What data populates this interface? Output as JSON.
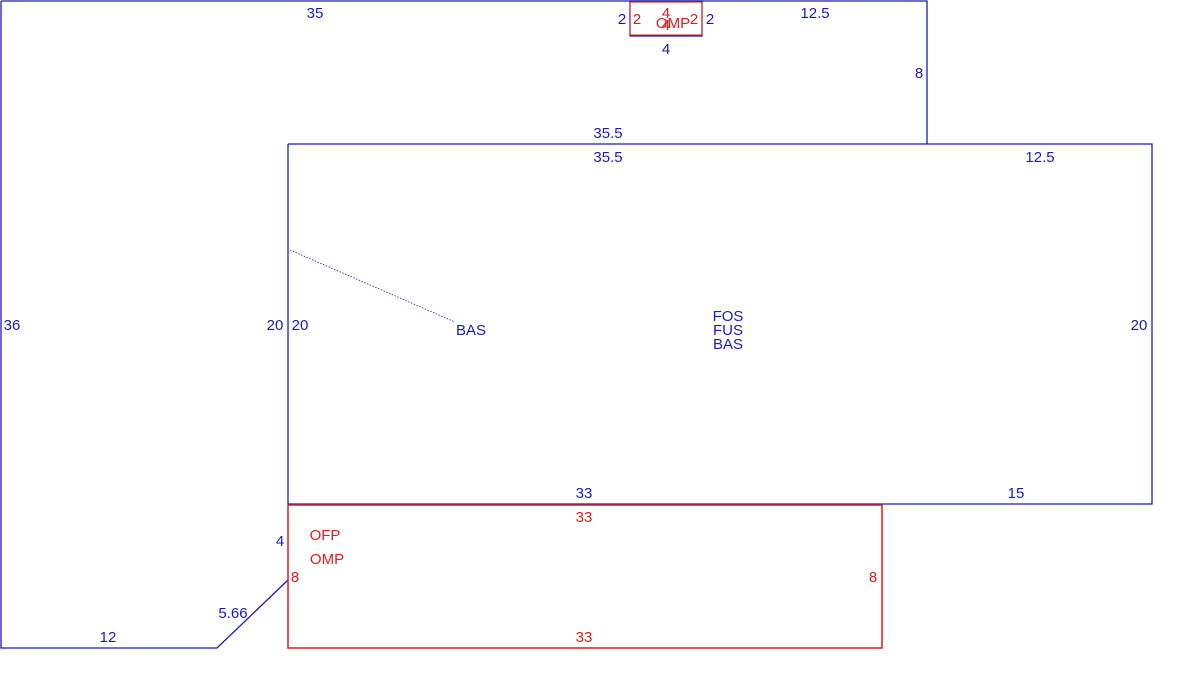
{
  "colors": {
    "primary": "#1a1ab8",
    "secondary": "#d81e1e"
  },
  "dimensions": {
    "outer_top": "35",
    "outer_top_right": "12.5",
    "outer_right_upper": "8",
    "outer_left": "36",
    "outer_bottom": "12",
    "outer_diagonal": "5.66",
    "outer_inner_left": "20",
    "outer_notch": "4",
    "outer_upper_step": "35.5",
    "notch_left": "2",
    "notch_right": "2",
    "notch_bottom": "4",
    "notch_red_left": "2",
    "notch_red_right": "2",
    "notch_red_top": "4",
    "notch_red_bottom": "4",
    "bas_top_left": "35.5",
    "bas_top_right": "12.5",
    "bas_left": "20",
    "bas_right": "20",
    "bas_bottom_left": "33",
    "bas_bottom_right": "15",
    "porch_top": "33",
    "porch_left": "8",
    "porch_right": "8",
    "porch_bottom": "33"
  },
  "labels": {
    "notch_area": "OMP",
    "bas_leader": "BAS",
    "center_1": "FOS",
    "center_2": "FUS",
    "center_3": "BAS",
    "porch_1": "OFP",
    "porch_2": "OMP"
  }
}
